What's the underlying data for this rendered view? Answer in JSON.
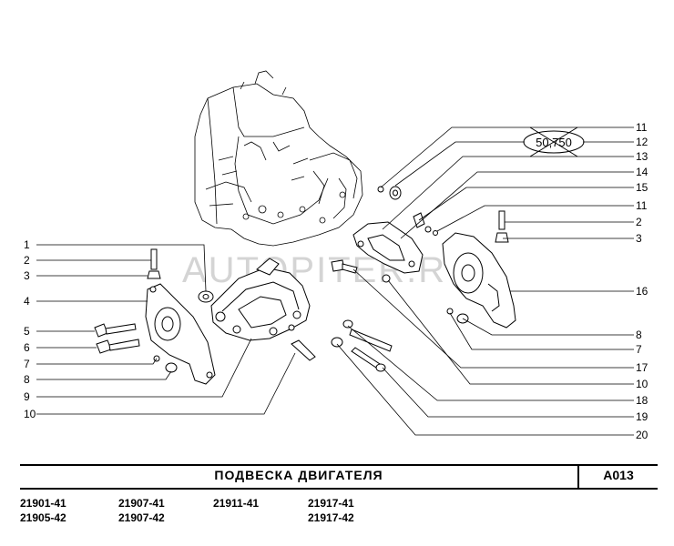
{
  "callouts_left": [
    "1",
    "2",
    "3",
    "4",
    "5",
    "6",
    "7",
    "8",
    "9",
    "10"
  ],
  "callouts_right": [
    "11",
    "12",
    "13",
    "14",
    "15",
    "11",
    "2",
    "3",
    "16",
    "8",
    "7",
    "17",
    "10",
    "18",
    "19",
    "20"
  ],
  "crossed_label": "50,750",
  "watermark": "AUTOPITER.RU",
  "title": "ПОДВЕСКА   ДВИГАТЕЛЯ",
  "code": "A013",
  "models": {
    "col1": [
      "21901-41",
      "21905-42"
    ],
    "col2": [
      "21907-41",
      "21907-42"
    ],
    "col3": [
      "21911-41"
    ],
    "col4": [
      "21917-41",
      "21917-42"
    ]
  },
  "colors": {
    "line": "#000000",
    "watermark": "#c8c8c8"
  }
}
